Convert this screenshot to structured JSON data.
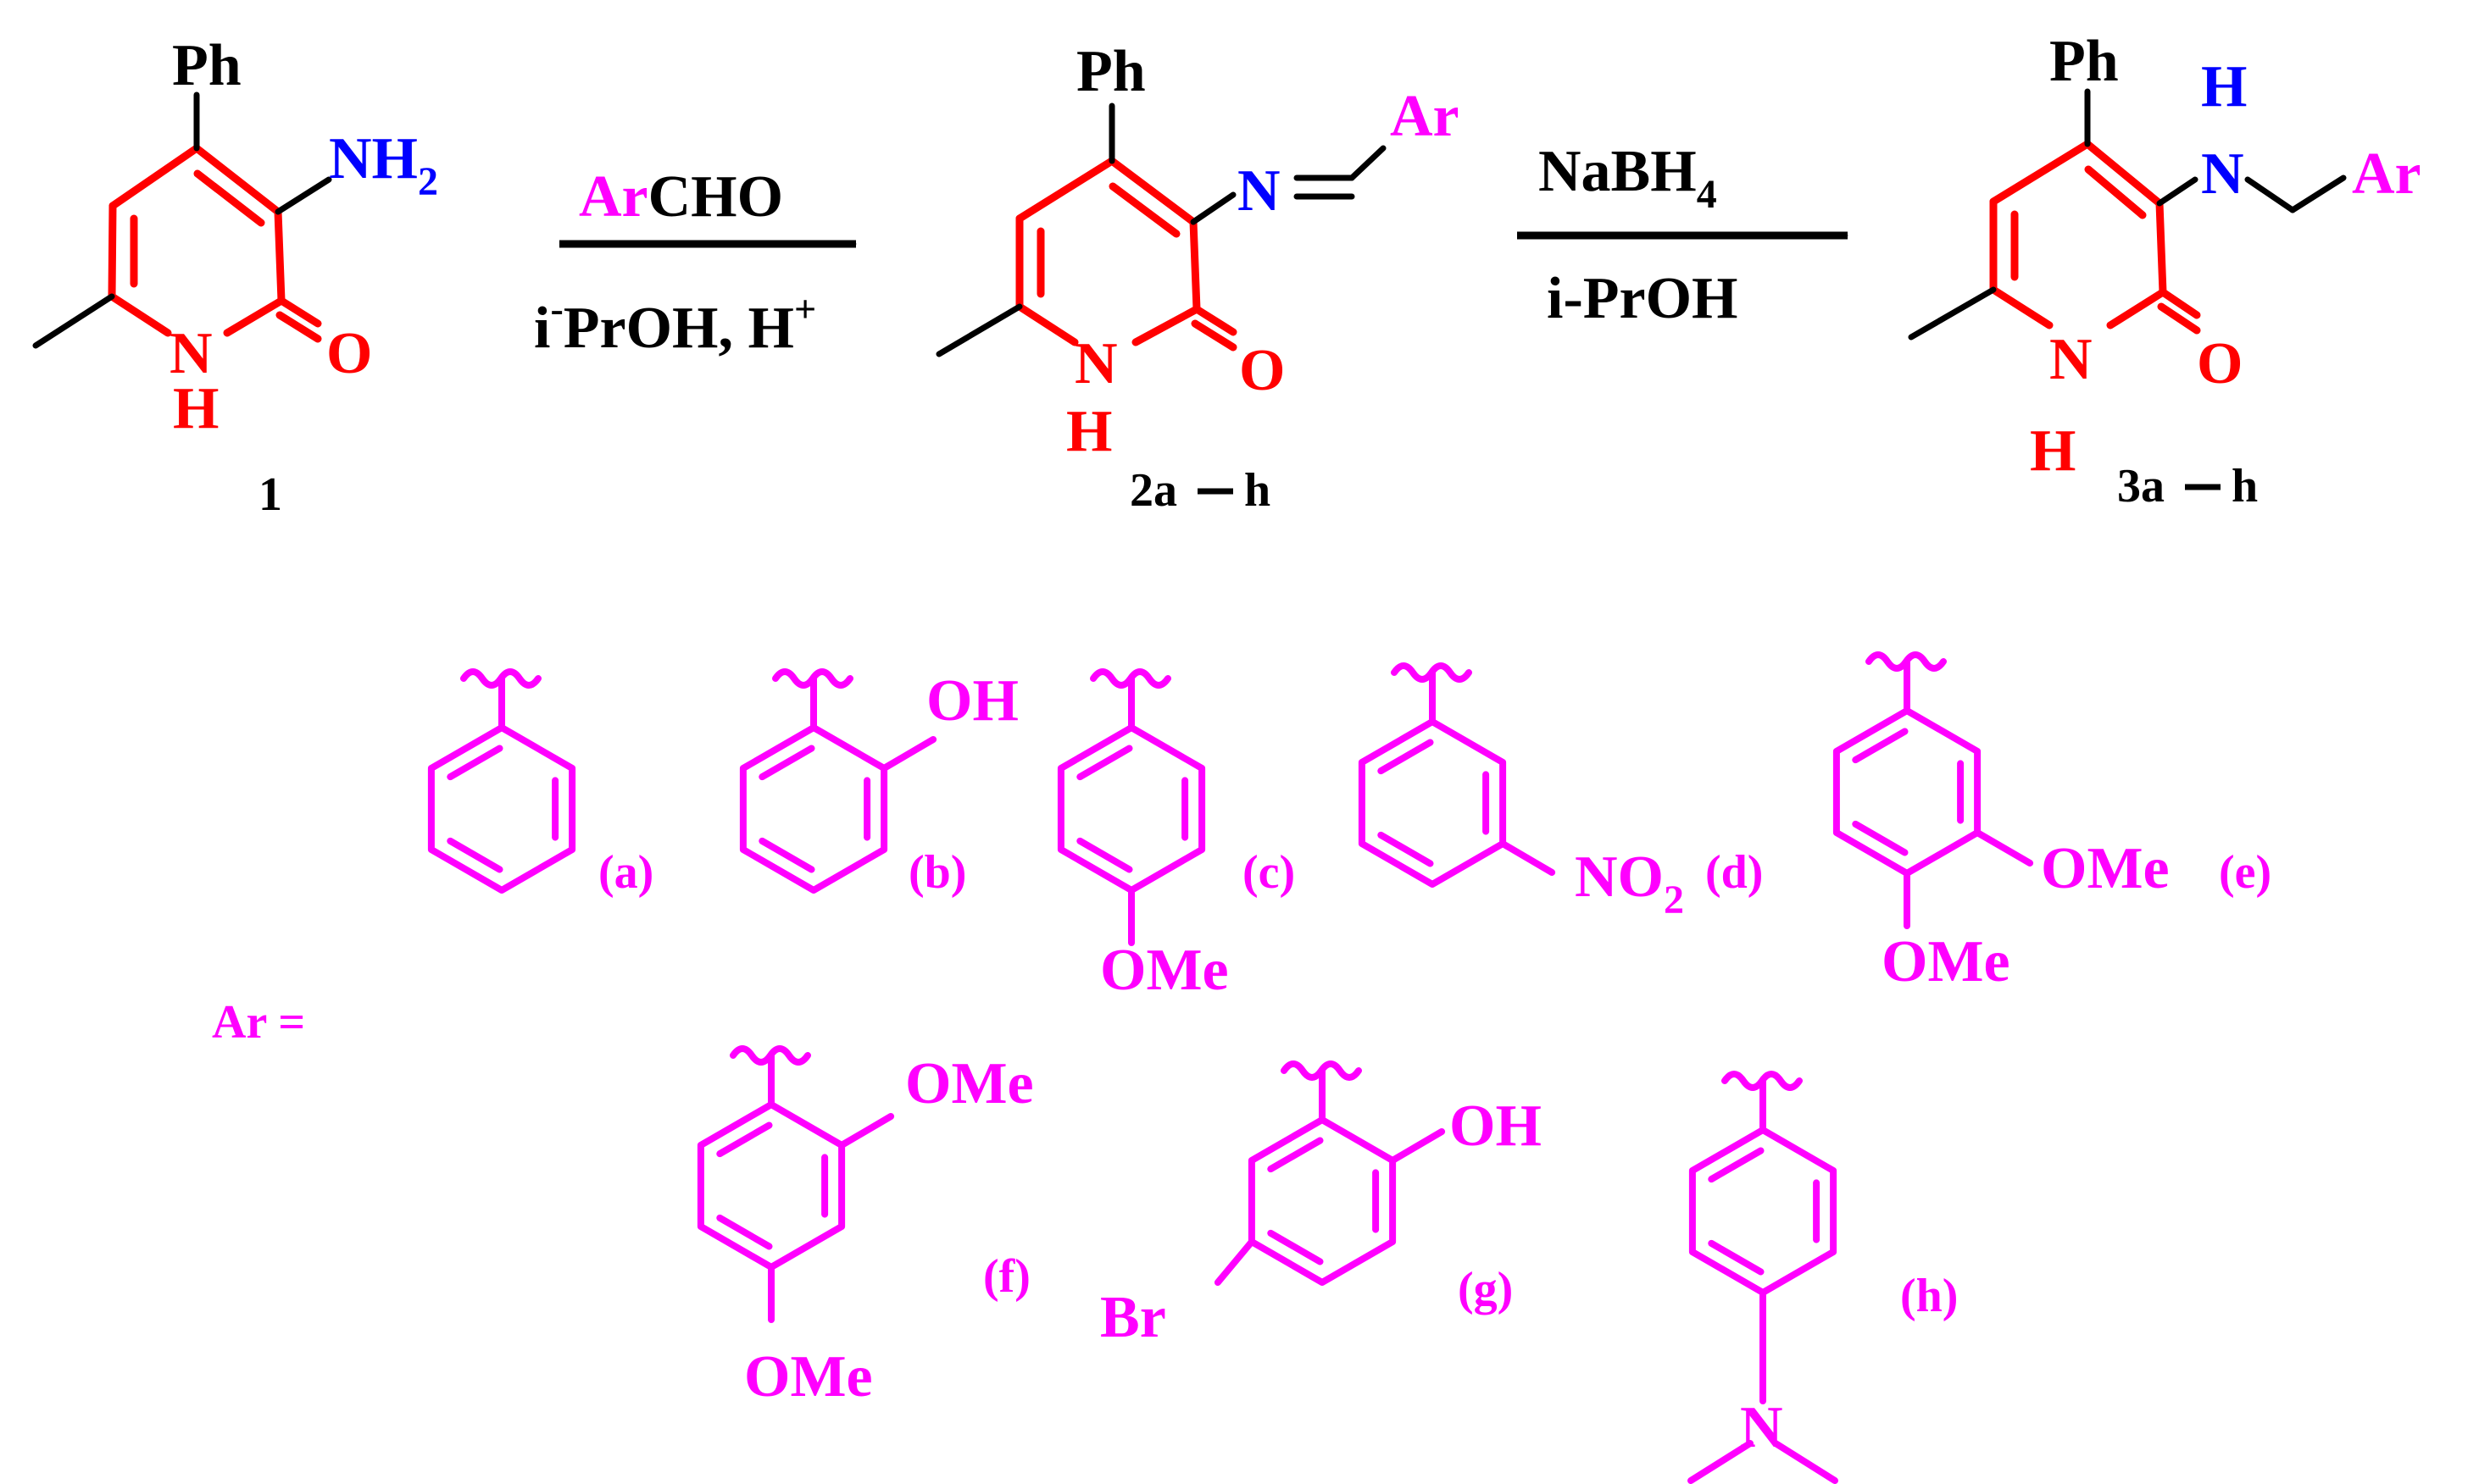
{
  "colors": {
    "bond_black": "#000000",
    "ring_red": "#ff0000",
    "amine_blue": "#0000ff",
    "aryl_magenta": "#ff00ff"
  },
  "scheme": {
    "reactant": {
      "substituent_top": "Ph",
      "amine_main": "NH",
      "amine_sub": "2",
      "ring_n": "N",
      "ring_h": "H",
      "carbonyl_o": "O",
      "number": "1"
    },
    "arrow1": {
      "reagent_aryl": "Ar",
      "reagent_rest": "CHO",
      "solvent_i": "i",
      "solvent_sup": "-",
      "solvent_rest": "PrOH, H",
      "acid_sup": "+"
    },
    "imine": {
      "substituent_top": "Ph",
      "imine_n": "N",
      "aryl": "Ar",
      "ring_n": "N",
      "ring_h": "H",
      "carbonyl_o": "O",
      "number": "2a",
      "number_end": "h"
    },
    "arrow2": {
      "reagent_main": "NaBH",
      "reagent_sub": "4",
      "solvent": "i-PrOH"
    },
    "amine": {
      "substituent_top": "Ph",
      "amine_h": "H",
      "amine_n": "N",
      "aryl": "Ar",
      "ring_n": "N",
      "ring_h": "H",
      "carbonyl_o": "O",
      "number": "3a",
      "number_end": "h"
    }
  },
  "ar_definition": {
    "label": "Ar =",
    "substituents": [
      {
        "label": "(a)"
      },
      {
        "label": "(b)",
        "groups": [
          "OH"
        ]
      },
      {
        "label": "(c)",
        "groups": [
          "OMe"
        ]
      },
      {
        "label": "(d)",
        "groups": [
          "NO",
          "2"
        ]
      },
      {
        "label": "(e)",
        "groups": [
          "OMe",
          "OMe"
        ]
      },
      {
        "label": "(f)",
        "groups": [
          "OMe",
          "OMe"
        ]
      },
      {
        "label": "(g)",
        "groups": [
          "OH",
          "Br"
        ]
      },
      {
        "label": "(h)",
        "groups": [
          "N"
        ]
      }
    ]
  }
}
